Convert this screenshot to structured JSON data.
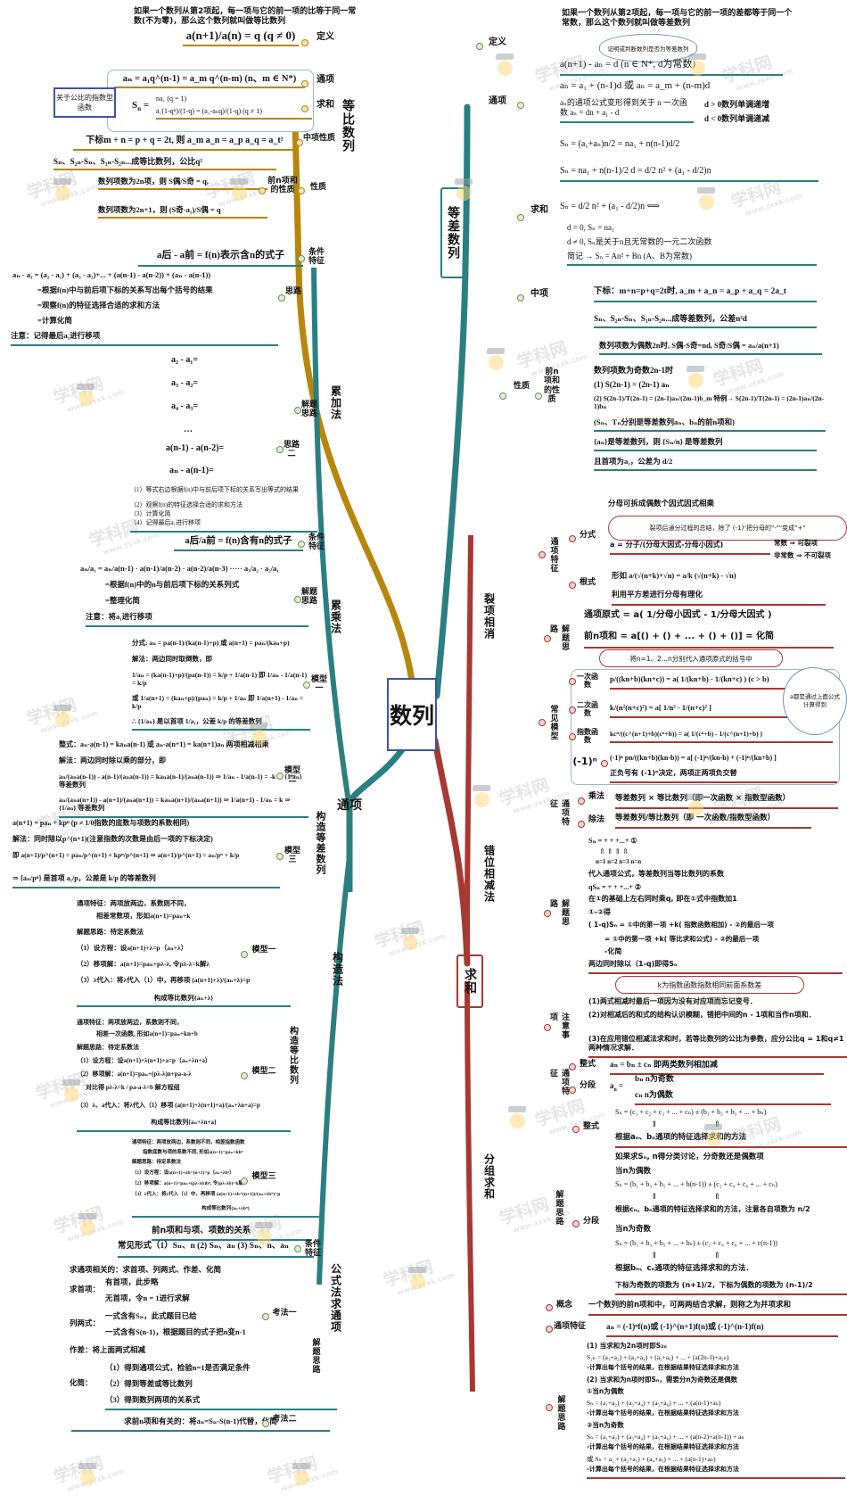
{
  "title": "数列",
  "watermark": {
    "name": "学科网",
    "url": "www.zxxk.com"
  },
  "branches": {
    "geometric": "等比数列",
    "arithmetic": "等差数列",
    "general_term": "通项",
    "summation": "求和",
    "construct": "构造法",
    "formula_general": "公式法求通项",
    "accumulate_add": "累加法",
    "accumulate_mul": "累乘法",
    "telescoping": "裂项相消",
    "staggered": "错位相减法",
    "grouped": "分组求和"
  },
  "geometric": {
    "definition_label": "定义",
    "definition_text": "如果一个数列从第2项起，每一项与它的前一项的比等于同一常数(不为零)，那么这个数列就叫做等比数列",
    "definition_formula": "a(n+1)/a(n) = q (q ≠ 0)",
    "general_label": "通项",
    "general_formula": "aₙ = a₁q^(n-1) = a_m q^(n-m) (n、m ∈ N*)",
    "sum_label": "求和",
    "sum_formula_case1": "na₁ (q = 1)",
    "sum_formula_case2": "a₁(1-qⁿ)/(1-q) = (a₁-aₙq)/(1-q) (q ≠ 1)",
    "side_note": "关于公比的指数型函数",
    "middle_label": "中项性质",
    "middle_text": "下标m + n = p + q = 2t, 则 a_m a_n = a_p a_q = a_t²",
    "property_label": "性质",
    "sum_property_label": "前n项和的性质",
    "prop1": "Sₙ、S₂ₙ-Sₙ、S₃ₙ-S₂ₙ...成等比数列，公比q²",
    "prop2": "数列项数为2n项，则 S偶/S奇 = q,",
    "prop3": "数列项数为2n+1，则 (S奇-a₁)/S偶 = q"
  },
  "arithmetic": {
    "definition_label": "定义",
    "definition_text": "如果一个数列从第2项起，每一项与它的前一项的差都等于同一个常数，那么这个数列就叫做等差数列",
    "definition_bubble": "证明或判断数列是否为等差数列",
    "definition_formula": "a(n+1) - aₙ = d (n ∈ N*, d为常数)",
    "general_label": "通项",
    "general_formula": "aₙ = a₁ + (n-1)d 或 aₙ = a_m + (n-m)d",
    "general_note": "aₙ的通项公式变形得到关于 n 一次函数 aₙ = dn + a₁ - d",
    "monotone_inc": "d > 0数列单调递增",
    "monotone_dec": "d < 0数列单调递减",
    "sum_label": "求和",
    "sum_f1": "Sₙ = (a₁+aₙ)n/2 = na₁ + n(n-1)d/2",
    "sum_f2": "Sₙ = na₁ + n(n-1)/2 d = d/2 n² + (a₁ - d/2)n",
    "sum_f3": "Sₙ = d/2 n² + (a₁ - d/2)n ⟺",
    "sum_case1": "d = 0, Sₙ = na₁",
    "sum_case2": "d ≠ 0, Sₙ是关于n且无常数的一元二次函数",
    "sum_case3": "简记 → Sₙ = An² + Bn (A、B为常数)",
    "middle_label": "中项",
    "middle_text": "下标：m+n=p+q=2t时, a_m + a_n = a_p + a_q = 2a_t",
    "property_label": "性质",
    "sum_property_label": "前n项和的性质",
    "prop1": "Sₙ、S₂ₙ-Sₙ、S₃ₙ-S₂ₙ...成等差数列，公差n²d",
    "prop2": "数列项数为偶数2n时, S偶-S奇=nd, S奇/S偶 = aₙ/a(n+1)",
    "prop3_title": "数列项数为奇数2n-1时",
    "prop3_1": "(1) S(2n-1) = (2n-1) aₙ",
    "prop3_2": "(2) S(2n-1)/T(2n-1) = (2n-1)aₙ/(2m-1)b_m  特例→  S(2n-1)/T(2n-1) = (2n-1)aₙ/(2n-1)bₙ",
    "prop3_3": "(Sₙ、Tₙ分别是等差数列aₙ、bₙ的前n项和)",
    "prop4": "{aₙ}是等差数列，则 {Sₙ/n} 是等差数列",
    "prop5": "且首项为a₁，公差为 d/2"
  },
  "accumulate_add": {
    "condition_label": "条件特征",
    "condition_text": "a后 - a前 = f(n)表示含n的式子",
    "idea_label": "思路",
    "idea_line1": "aₙ - a₁ = (a₂ - a₁) + (a₃ - a₂)+... + (a(n-1) - a(n-2)) + (aₙ - a(n-1))",
    "idea_line2": "=根据f(n)中与前后项下标的关系写出每个括号的结果",
    "idea_line3": "=观察f(n)的特征选择合适的求和方法",
    "idea_line4": "=计算化简",
    "idea_note": "注意：记得最后a₁进行移项",
    "solve_label": "解题思路",
    "idea2_label": "思路二",
    "eqs": [
      "a₂ - a₁=",
      "a₃ - a₂=",
      "a₄ - a₃=",
      "…",
      "a(n-1) - a(n-2)=",
      "aₙ - a(n-1)="
    ],
    "steps": [
      "（1）等式右边根据f(n)中与前后项下标的关系写出等式的结果",
      "（2）观察f(n)的特征选择合适的求和方法",
      "（3）计算化简",
      "（4）记得最后a₁进行移项"
    ]
  },
  "accumulate_mul": {
    "condition_label": "条件特征",
    "condition_text": "a后/a前 = f(n)含有n的式子",
    "solve_label": "解题思路",
    "line1": "aₙ/a₁ = aₙ/a(n-1) · a(n-1)/a(n-2) · a(n-2)/a(n-3) ····· a₃/a₂ · a₂/a₁",
    "line2": "=根据f(n)中的n与前后项下标的关系列式",
    "line3": "=整理化简",
    "note": "注意：将a₁进行移项"
  },
  "construct": {
    "arith_label": "构造等差数列",
    "model1_label": "模型一",
    "model1_l1": "分式: aₙ = pa(n-1)/(ka(n-1)+p) 或 a(n+1) = paₙ/(kaₙ+p)",
    "model1_l2": "解法：两边同时取倒数，即",
    "model1_l3": "1/aₙ = (ka(n-1)+p)/(pa(n-1)) = k/p + 1/a(n-1) 即 1/aₙ - 1/a(n-1) = k/p",
    "model1_l4": "或 1/a(n+1) = (kaₙ+p)/(paₙ) = k/p + 1/aₙ 即 1/a(n+1) - 1/aₙ = k/p",
    "model1_l5": "∴ {1/aₙ} 是以首项 1/a₁，公差 k/p 的等差数列",
    "model2_label": "模型二",
    "model2_l1": "整式：aₙ-a(n-1) = kaₙa(n-1) 或 aₙ-a(n+1) = ka(n+1)aₙ 两项相减相乘",
    "model2_l2": "解法：两边同时除以乘的部分，即",
    "model2_l3": "aₙ/(aₙa(n-1)) - a(n-1)/(aₙa(n-1)) = kaₙa(n-1)/(aₙa(n-1)) ⇒ 1/aₙ - 1/a(n-1) = -k ⇒ {1/aₙ} 等差数列",
    "model2_l4": "aₙ/(aₙa(n+1)) - a(n+1)/(aₙa(n+1)) = kaₙa(n+1)/(aₙa(n+1)) ⇒ 1/a(n+1) - 1/aₙ = k ⇒ {1/aₙ} 等差数列",
    "model3_label": "模型三",
    "model3_l1": "a(n+1) = paₙ + kpⁿ (p ≠ 1/0指数的底数与项数的系数相同)",
    "model3_l2": "解法：同时除以p^(n+1)(注意指数的次数是由后一项的下标决定)",
    "model3_l3": "即 a(n+1)/p^(n+1) = paₙ/p^(n+1) + kpⁿ/p^(n+1) ⇒ a(n+1)/p^(n+1) = aₙ/pⁿ + k/p",
    "model3_l4": "⇒ {aₙ/pⁿ} 是首项 a₁/p，公差是 k/p 的等差数列",
    "geo_label": "构造等比数列",
    "gmodel1_label": "模型一",
    "g1_l1": "通项特征：两项放两边，系数则不同，",
    "g1_l2": "相差常数项，形如a(n+1)=paₙ+k",
    "g1_l3": "解题思路：待定系数法",
    "g1_l4": "（1）设方程：设a(n+1)+λ=p（aₙ+λ）",
    "g1_l5": "（2）移项解：a(n+1)=paₙ+pλ-λ, 令pλ-λ=k解λ",
    "g1_l6": "（3）λ代入：将λ代入（1）中，再移项 (a(n+1)+λ)/(aₙ+λ)=p",
    "g1_l7": "构成等比数列{aₙ+λ}",
    "gmodel2_label": "模型二",
    "g2_l1": "通项特征：两项放两边，系数则不同，",
    "g2_l2": "相差一次函数, 形如a(n+1)=paₙ+kn+b",
    "g2_l3": "解题思路：待定系数法",
    "g2_l4": "（1）设方程：设a(n+1)+λ(n+1)+a=p（aₙ+λn+a）",
    "g2_l5": "（2）移项解：a(n+1)=paₙ+(pλ-λ)n+pa-a-λ",
    "g2_l6": "对比得 pλ-λ=k / pa-a-λ=b 解方程组",
    "g2_l7": "（3）λ、a代入：将λ代入（1）移项 (a(n+1)+λ(n+1)+a)/(aₙ+λn+a)=p",
    "g2_l8": "构成等比数列{aₙ+λn+a}",
    "gmodel3_label": "模型三",
    "g3_l1": "通项特征：两项放两边，系数则不同，相差指数函数",
    "g3_l2": "指数底数与项的系数不同, 形如a(n+1)=paₙ+kbⁿ",
    "g3_l3": "解题思路：待定系数法",
    "g3_l4": "（1）设方程：设a(n+1)+λb^(n+1)=p（aₙ+λbⁿ）",
    "g3_l5": "（2）移项解：a(n+1)=paₙ+(pλ-λb)bⁿ, 令(pλ-λb)=k解λ",
    "g3_l6": "（3）λ代入：将λ代入（1）中，再移项 (a(n+1)+λb^(n+1))/(aₙ+λbⁿ)=p",
    "g3_l7": "构成等比数列{aₙ+λbⁿ}"
  },
  "formula_general": {
    "condition_label": "条件特征",
    "condition_title": "前n项和与项、项数的关系",
    "condition_text": "常见形式（1）Sₙ、n (2) Sₙ、aₙ (3) Sₙ、n、aₙ",
    "solve_label": "解题思路",
    "method1_label": "考法一",
    "m1_head": "求通项相关的：求首项、列两式、作差、化简",
    "m1_l1_label": "求首项：",
    "m1_l1_a": "有首项，此步略",
    "m1_l1_b": "无首项，令n = 1进行求解",
    "m1_l2_label": "列两式：",
    "m1_l2_a": "一式含有Sₙ，此式题目已给",
    "m1_l2_b": "一式含有S(n-1)，根据题目的式子把n变n-1",
    "m1_l3": "作差：将上面两式相减",
    "m1_l4_label": "化简：",
    "m1_l4_a": "（1）得到通项公式，检验n=1是否满足条件",
    "m1_l4_b": "（2）得到等差或等比数列",
    "m1_l4_c": "（3）得到数列两项的关系式",
    "method2_label": "考法二",
    "m2_text": "求前n项和有关的：将aₙ=Sₙ-S(n-1)代替，化简"
  },
  "telescoping": {
    "feature_label": "通项特征",
    "frac_label": "分式",
    "frac_head": "分母可拆成偶数个因式因式相乘",
    "frac_bubble": "裂项后通分过程的总结，除了 (-1)ⁿ把分母的\"-\"\"变成\"+\"",
    "frac_formula": "a = 分子/(分母大因式-分母小因式)",
    "frac_case1": "常数 ⇒ 可裂项",
    "frac_case2": "非常数 ⇒ 不可裂项",
    "root_label": "根式",
    "root_formula": "形如 a/(√(n+k)+√n) = a/k (√(n+k) - √n)",
    "root_note": "利用平方差进行分母有理化",
    "solve_label": "解题思路",
    "solve_l1": "通项原式 = a( 1/分母小因式 - 1/分母大因式 )",
    "solve_l2": "前n项和 = a[() + () + ... + () + ()] = 化简",
    "solve_bubble": "将n=1、2...n分别代入通项原式的括号中",
    "models_label": "常见模型",
    "model_linear_label": "一次函数",
    "model_linear": "p/((kn+b)(kn+c)) = a( 1/(kn+b) - 1/(kn+c) ) (c > b)",
    "model_quad_label": "二次函数",
    "model_quad": "k/(n²(n+c)²) = a[ 1/n² - 1/(n+c)² ]",
    "model_exp_label": "指数函数",
    "model_exp": "kcⁿ/((c^(n+1)+b)(cⁿ+b)) = a( 1/(cⁿ+b) - 1/(c^(n+1)+b) )",
    "model_alt_label": "(-1)ⁿ",
    "model_alt": "(-1)ⁿ pn/((kn+b)(kn-b)) = a[ (-1)ⁿ/(kn-b) + (-1)ⁿ/(kn+b) ]",
    "model_alt_note": "正负号有 (-1)ⁿ决定，两项正两项负交替",
    "cloud": "a都是通过上面公式计算得到"
  },
  "staggered": {
    "feature_label": "通项特征",
    "mul_label": "乘法",
    "mul_text": "等差数列 × 等比数列（即一次函数 × 指数型函数）",
    "div_label": "除法",
    "div_text": "等差数列/等比数列（即 一次函数/指数型函数）",
    "solve_label": "解题思路",
    "s1": "Sₙ =   +   +   +...+        ①",
    "s2": "⇑     ⇑     ⇑       ⇑",
    "s3": "n=1   n=2   n=3    n=n",
    "s4": "代入通项公式，等差数列当等比数列的系数",
    "s5": "qSₙ =   +   +   +...+        ②",
    "s6": "在①的基础上左右同时乘q, 即在①式中指数加1",
    "s7": "①-②得",
    "s8": "( 1-q)Sₙ = ①中的第一项 +k( 指数函数相加) - ②的最后一项",
    "s9": "= ①中的第一项 +k( 等比求和公式) - ②的最后一项",
    "s10": "-化简",
    "s11": "两边同时除以（1-q)即得Sₙ",
    "bubble": "k为指数函数指数相同前面系数差",
    "notice_label": "注意事项",
    "n1": "(1)两式相减时最后一项因为没有对应项而忘记变号．",
    "n2": "(2)对相减后的和式的结构认识模糊，错把中间的n - 1项和当作n项和．",
    "n3": "(3)在应用错位相减法求和时，若等比数列的公比为参数，应分公比q = 1和q≠1两种情况求解．"
  },
  "grouped": {
    "feature_label": "通项特征",
    "int_label": "整式",
    "int_text": "aₙ = bₙ ± cₙ 即两类数列相加减",
    "piece_label": "分段",
    "piece_case1": "bₙ       n为奇数",
    "piece_case2": "cₙ       n为偶数",
    "solve_label": "解题思路",
    "sint_label": "整式",
    "sint_f": "Sₙ = (c₁ + c₂ + c₃ + ... + cₙ) ± (b₁ + b₂ + b₃ + ... + bₙ)",
    "sint_note": "根据aₙ、bₙ通项的特征选择求和的方法",
    "spiece_label": "分段",
    "sp1": "如果求Sₙ, n得分类讨论，分奇数还是偶数项",
    "sp2": "当n为偶数",
    "sp3": "Sₙ = (b₁ + b₃ + b₅ + ... + b(n-1)) ± (c₂ + c₄ + c₆ + ... + cₙ)",
    "sp4": "根据cₙ、bₙ通项的特征选择求和的方法，注意各自项数为 n/2",
    "sp5": "当n为奇数",
    "sp6": "Sₙ = (b₁ + b₃ + b₅ + ... + bₙ) ± (c₂ + c₄ + c₆ + ... + c(n-1))",
    "sp7": "根据bₙ、cₙ通项的特征选择求和的方法．",
    "sp8": "下标为奇数的项数为 (n+1)/2，下标为偶数的项数为 (n-1)/2"
  },
  "combined": {
    "concept_label": "概念",
    "concept_text": "一个数列的前n项和中，可两两结合求解，则称之为并项求和",
    "feature_label": "通项特征",
    "feature_text": "aₙ = (-1)ⁿf(n)或 (-1)^(n+1)f(n)或 (-1)^(n-1)f(n)",
    "solve_label": "解题思路",
    "l1": "(1) 当求和为2n项时即S₂ₙ",
    "l2": "S₂ₙ = (a₁+a₂) + (a₃+a₄) + (a₅+a₆) + ... + (a(2n-1)+a₂ₙ)",
    "l3": "-计算出每个括号的结果，在根据结果特征选择求和方法",
    "l4": "(2) 当求和为n项时即Sₙ，需要分n为奇数还是偶数",
    "l5": "①当n为偶数",
    "l6": "Sₙ = (a₁+a₂) + (a₃+a₄) + (a₅+a₆) + ... + (a(n-1)+aₙ)",
    "l7": "-计算出每个括号的结果，在根据结果特征选择求和方法",
    "l8": "②当n为奇数",
    "l9": "Sₙ = (a₁+a₂) + (a₃+a₄) + (a₅+a₆) + ... + (a(n-2)+a(n-1)) + aₙ",
    "l10": "-计算出每个括号的结果，在根据结果特征选择求和方法",
    "l11": "或 Sₙ = a₁ + (a₂+a₃) + (a₄+a₅) + ... + (a(n-1)+aₙ)",
    "l12": "-计算出每个括号的结果，在根据结果特征选择求和方法"
  },
  "colors": {
    "teal": "#2a7f81",
    "gold": "#b8860b",
    "red": "#a83832",
    "blue": "#3c55a5"
  }
}
